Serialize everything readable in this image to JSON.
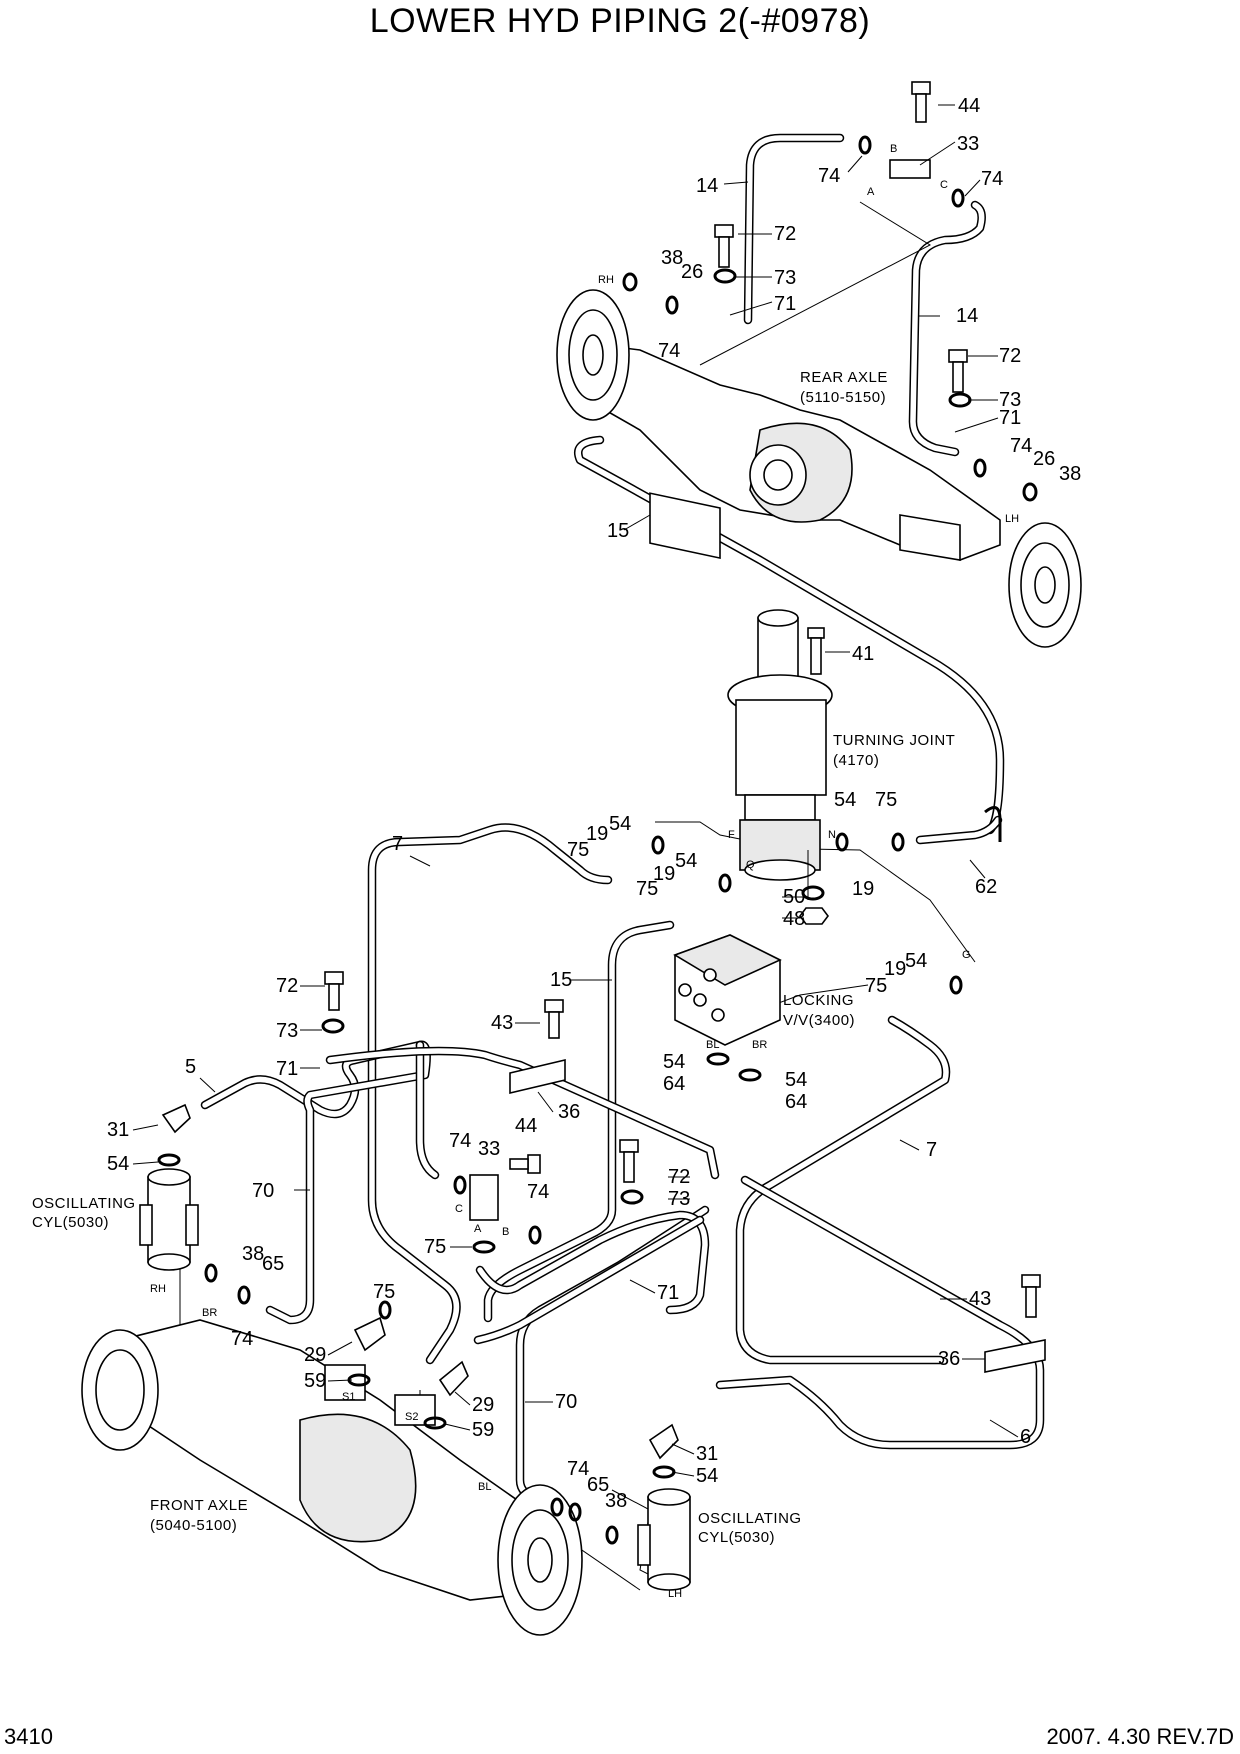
{
  "title": "LOWER HYD PIPING 2(-#0978)",
  "footer": {
    "page_number": "3410",
    "revision": "2007. 4.30  REV.7D"
  },
  "labels": {
    "rear_axle": [
      "REAR AXLE",
      "(5110-5150)"
    ],
    "turning_joint": [
      "TURNING JOINT",
      "(4170)"
    ],
    "locking_valve": [
      "LOCKING",
      "V/V(3400)"
    ],
    "front_axle": [
      "FRONT AXLE",
      "(5040-5100)"
    ],
    "osc_cyl_left": [
      "OSCILLATING",
      "CYL(5030)"
    ],
    "osc_cyl_right": [
      "OSCILLATING",
      "CYL(5030)"
    ]
  },
  "port_marks": [
    "RH",
    "LH",
    "A",
    "B",
    "C",
    "F",
    "N",
    "Q",
    "G",
    "BL",
    "BR",
    "A",
    "B",
    "C",
    "RH",
    "BR",
    "S1",
    "S2",
    "BL",
    "LH"
  ],
  "callouts": [
    "44",
    "33",
    "74",
    "74",
    "14",
    "72",
    "73",
    "71",
    "38",
    "26",
    "74",
    "14",
    "72",
    "73",
    "71",
    "74",
    "26",
    "38",
    "15",
    "41",
    "54",
    "75",
    "19",
    "54",
    "75",
    "19",
    "54",
    "75",
    "19",
    "62",
    "50",
    "48",
    "7",
    "15",
    "19",
    "54",
    "75",
    "54",
    "64",
    "54",
    "64",
    "72",
    "73",
    "43",
    "5",
    "71",
    "36",
    "31",
    "54",
    "74",
    "33",
    "44",
    "74",
    "75",
    "72",
    "73",
    "7",
    "70",
    "38",
    "65",
    "74",
    "75",
    "29",
    "59",
    "29",
    "59",
    "71",
    "43",
    "36",
    "70",
    "6",
    "31",
    "54",
    "74",
    "65",
    "38"
  ]
}
